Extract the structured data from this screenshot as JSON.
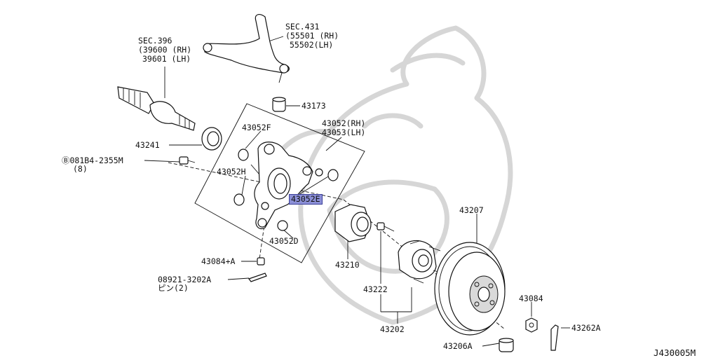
{
  "labels": {
    "sec396": "SEC.396",
    "p39600": "(39600 (RH)",
    "p39601": "39601 (LH)",
    "sec431": "SEC.431",
    "p55501": "(55501 (RH)",
    "p55502": "55502(LH)",
    "p43173": "43173",
    "p43052f": "43052F",
    "p43052rh": "43052(RH)",
    "p43053lh": "43053(LH)",
    "p43241": "43241",
    "bolt": "Ⓑ081B4-2355M",
    "bolt_qty": "(8)",
    "p43052h": "43052H",
    "p43052e": "43052E",
    "p43052d": "43052D",
    "p43084a": "43084+A",
    "pin": "08921-3202A",
    "pin_qty": "ピン(2)",
    "p43210": "43210",
    "p43222": "43222",
    "p43202": "43202",
    "p43207": "43207",
    "p43084": "43084",
    "p43262a": "43262A",
    "p43206a": "43206A",
    "diagram_code": "J430005M"
  },
  "highlighted_part": "43052E"
}
